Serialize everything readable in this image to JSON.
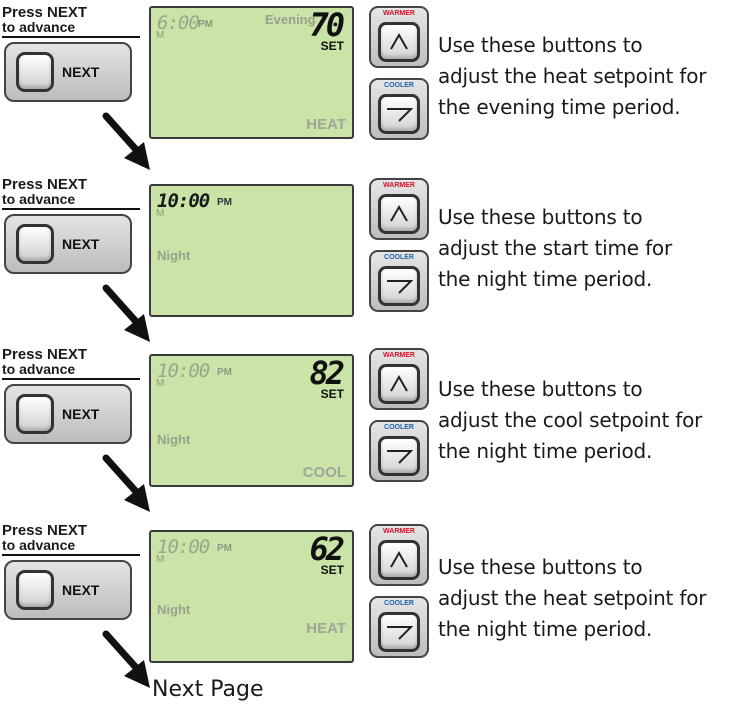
{
  "press_line1": "Press NEXT",
  "press_line2": "to advance",
  "next_label": "NEXT",
  "warmer_label": "WARMER",
  "cooler_label": "COOLER",
  "desc_line1": "Use these buttons to",
  "steps": [
    {
      "time": "6:00",
      "ampm": "PM",
      "day": "M",
      "period": "Evening",
      "setpoint": "70",
      "set_label": "SET",
      "mode": "HEAT",
      "desc_line2": "adjust the heat setpoint for",
      "desc_line3": "the evening time period."
    },
    {
      "time": "10:00",
      "ampm": "PM",
      "day": "M",
      "period": "Night",
      "desc_line2": "adjust the start time for",
      "desc_line3": "the night time period."
    },
    {
      "time": "10:00",
      "ampm": "PM",
      "day": "M",
      "period": "Night",
      "setpoint": "82",
      "set_label": "SET",
      "mode": "COOL",
      "desc_line2": "adjust the cool setpoint for",
      "desc_line3": "the night time period."
    },
    {
      "time": "10:00",
      "ampm": "PM",
      "day": "M",
      "period": "Night",
      "setpoint": "62",
      "set_label": "SET",
      "mode": "HEAT",
      "desc_line2": "adjust the heat setpoint for",
      "desc_line3": "the night time period."
    }
  ],
  "next_page": "Next Page",
  "colors": {
    "lcd_green": "#c9e4a6",
    "warmer_red": "#d1122a",
    "cooler_blue": "#1b62b8"
  }
}
